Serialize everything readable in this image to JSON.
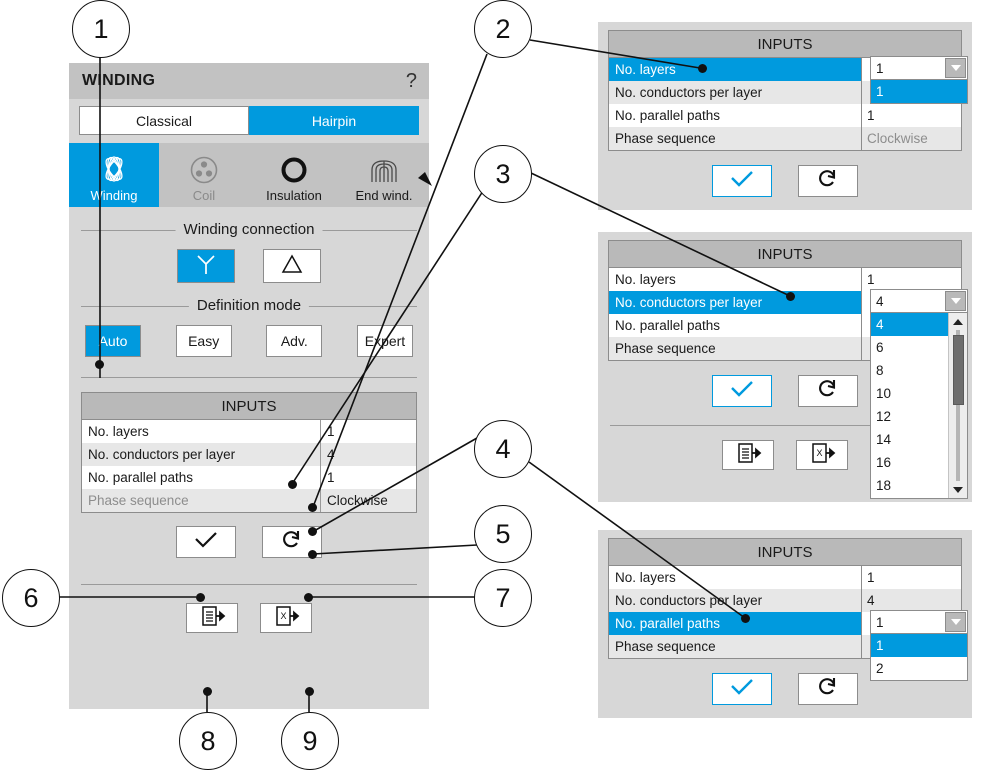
{
  "panel": {
    "title": "WINDING",
    "help_label": "?",
    "segmented": [
      {
        "label": "Classical",
        "active": false
      },
      {
        "label": "Hairpin",
        "active": true
      }
    ],
    "tabs": [
      {
        "label": "Winding",
        "icon": "winding-icon",
        "active": true
      },
      {
        "label": "Coil",
        "icon": "coil-icon",
        "active": false
      },
      {
        "label": "Insulation",
        "icon": "insulation-ring-icon",
        "active": false
      },
      {
        "label": "End wind.",
        "icon": "end-winding-icon",
        "active": false
      }
    ],
    "winding_connection": {
      "caption": "Winding connection",
      "options": [
        {
          "label": "Y",
          "icon": "wye-icon",
          "active": true
        },
        {
          "label": "△",
          "icon": "delta-icon",
          "active": false
        }
      ]
    },
    "definition_mode": {
      "caption": "Definition mode",
      "options": [
        {
          "label": "Auto",
          "active": true
        },
        {
          "label": "Easy",
          "active": false
        },
        {
          "label": "Adv.",
          "active": false
        },
        {
          "label": "Expert",
          "active": false
        }
      ]
    },
    "inputs": {
      "header": "INPUTS",
      "rows": [
        {
          "key": "No. layers",
          "value": "1",
          "disabled": false
        },
        {
          "key": "No. conductors per layer",
          "value": "4",
          "disabled": false
        },
        {
          "key": "No. parallel paths",
          "value": "1",
          "disabled": false
        },
        {
          "key": "Phase sequence",
          "value": "Clockwise",
          "disabled": true
        }
      ]
    },
    "actions": [
      {
        "name": "apply-button",
        "icon": "check-icon"
      },
      {
        "name": "reset-button",
        "icon": "reset-icon"
      }
    ],
    "exports": [
      {
        "name": "export-report-button",
        "icon": "export-document-icon"
      },
      {
        "name": "export-excel-button",
        "icon": "export-excel-icon"
      }
    ]
  },
  "panel_layers": {
    "header": "INPUTS",
    "rows": [
      {
        "key": "No. layers",
        "value": "1",
        "disabled": false,
        "selected": true
      },
      {
        "key": "No. conductors per layer",
        "value": "",
        "disabled": false,
        "selected": false
      },
      {
        "key": "No. parallel paths",
        "value": "1",
        "disabled": false,
        "selected": false
      },
      {
        "key": "Phase sequence",
        "value": "Clockwise",
        "disabled": true,
        "selected": false
      }
    ],
    "combo": {
      "value": "1",
      "options": [
        "1"
      ],
      "selected_index": 0,
      "scrollbar": false
    },
    "apply_icon": "check-icon",
    "reset_icon": "reset-icon"
  },
  "panel_conductors": {
    "header": "INPUTS",
    "rows": [
      {
        "key": "No. layers",
        "value": "1",
        "disabled": false,
        "selected": false
      },
      {
        "key": "No. conductors per layer",
        "value": "",
        "disabled": false,
        "selected": true
      },
      {
        "key": "No. parallel paths",
        "value": "",
        "disabled": false,
        "selected": false
      },
      {
        "key": "Phase sequence",
        "value": "",
        "disabled": true,
        "selected": false
      }
    ],
    "combo": {
      "value": "4",
      "options": [
        "4",
        "6",
        "8",
        "10",
        "12",
        "14",
        "16",
        "18"
      ],
      "selected_index": 0,
      "scrollbar": true
    },
    "apply_icon": "check-icon",
    "reset_icon": "reset-icon",
    "exports": [
      {
        "name": "export-report-button",
        "icon": "export-document-icon"
      },
      {
        "name": "export-excel-button",
        "icon": "export-excel-icon"
      }
    ]
  },
  "panel_paths": {
    "header": "INPUTS",
    "rows": [
      {
        "key": "No. layers",
        "value": "1",
        "disabled": false,
        "selected": false
      },
      {
        "key": "No. conductors per layer",
        "value": "4",
        "disabled": false,
        "selected": false
      },
      {
        "key": "No. parallel paths",
        "value": "",
        "disabled": false,
        "selected": true
      },
      {
        "key": "Phase sequence",
        "value": "",
        "disabled": true,
        "selected": false
      }
    ],
    "combo": {
      "value": "1",
      "options": [
        "1",
        "2"
      ],
      "selected_index": 0,
      "scrollbar": false
    },
    "apply_icon": "check-icon",
    "reset_icon": "reset-icon"
  },
  "callouts": [
    {
      "n": "1"
    },
    {
      "n": "2"
    },
    {
      "n": "3"
    },
    {
      "n": "4"
    },
    {
      "n": "5"
    },
    {
      "n": "6"
    },
    {
      "n": "7"
    },
    {
      "n": "8"
    },
    {
      "n": "9"
    }
  ],
  "colors": {
    "accent": "#009ade",
    "panel_bg": "#d7d7d7",
    "header_bg": "#b9b9b9",
    "row_alt": "#e7e7e7",
    "disabled_text": "#8d8d8d",
    "border": "#8c8c8c"
  }
}
